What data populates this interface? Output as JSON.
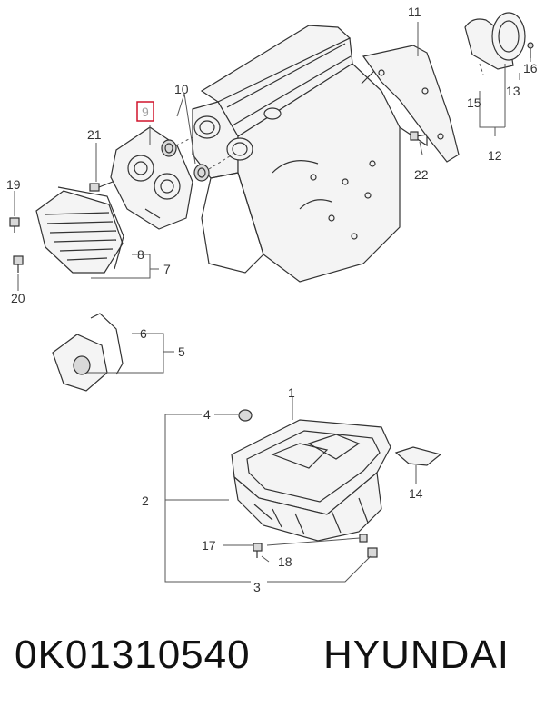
{
  "diagram": {
    "callouts": [
      "1",
      "2",
      "3",
      "4",
      "5",
      "6",
      "7",
      "8",
      "9",
      "10",
      "11",
      "12",
      "13",
      "14",
      "15",
      "16",
      "17",
      "18",
      "19",
      "20",
      "21",
      "22"
    ],
    "highlighted_callout": "9",
    "highlight_color": "#d0142c"
  },
  "footer": {
    "part_number": "0K01310540",
    "brand": "HYUNDAI"
  }
}
